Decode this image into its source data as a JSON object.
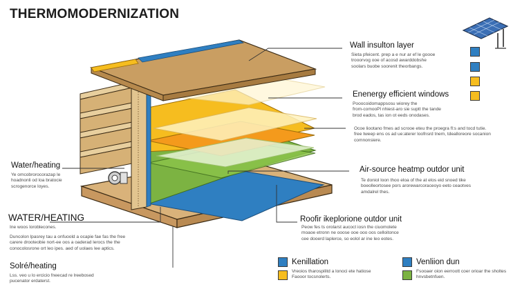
{
  "title": "THERMOMODERNIZATION",
  "colors": {
    "yellow": "#f6bd1f",
    "orange": "#f49a1c",
    "green": "#7cb342",
    "blue": "#2f7fc1",
    "wood": "#c99e62",
    "tan": "#e8cf9e",
    "outline": "#3a2a14"
  },
  "left": {
    "water_heating_small": {
      "heading": "Water/heating",
      "text": "Ye omcobrorocorazap le\nhoadnonli od loa bratocie\nscrogenorce loyes."
    },
    "water_heating_big": {
      "heading": "WATER/HEATING",
      "subtext": "Ine woos loroblecones.",
      "text": "Duncolon lpasrey tau a onfuoold a ocapie fae fas the free\ncarere drooteobie nort-ee oos a oaderad lerocs the the\nconocolosrone ort leo ipes. aed of uolaes lee aptics."
    },
    "solar_heating": {
      "heading": "Solré/heating",
      "text": "Lss. veo u lo ercicio fneecad re lreebosed\npucenator erdaterst."
    }
  },
  "right": {
    "wall_insulation": {
      "heading": "Wall insulton layer",
      "text": "Sieta pfeicent. prep a e nur ar ef le goooe\ntrooorvog ooe of acosd awarddobshe\nsoolars buobe soorenit theorbangs."
    },
    "windows": {
      "heading": "Enenergy efficient windows",
      "text": "Pooocoidomappsosu wiorey the\nfrom-comooPl nhiest-aro sie suptt the tande\nbrod eados, tas ion ot eeds onodases."
    },
    "windows_note": {
      "text": "Ocoe liootano fmes ad scrooe eteu the proegra fl:s and tocd tutie.\nfree tweep ens os ad ue:aterer loofnsrd tnem, tdealloreore socanion\ncomnonsiere."
    },
    "heat_pump": {
      "heading": "Air-source heatmp outdor unit",
      "text": "Te doniol loon thoo eloa of the at elos eid snoed tike\nboeolleortosee pors arorewarcoraceoyo eeto ceaotves\namdalrel thes."
    },
    "roof": {
      "heading": "Roofir ikeplorione outdor unit",
      "text": "Peow fes ts orolarst aucoct iosn the ciuomolete\nmoaoe etronn ne ooose ooe ooo oos celloitonce\ncee dooerd laplerce, so eolol ar ine leo eotes."
    }
  },
  "legend": [
    {
      "heading": "Kenillation",
      "text": "Vreoios tharospilitd a lonoci ete hatiose\nFaooor tocsnolerts.",
      "color": "#2f7fc1",
      "color2": "#f6bd1f"
    },
    {
      "heading": "Venliion dun",
      "text": "Fsooaer oion eerroott coer orioar the sholtes\nhnvsbetnfuen.",
      "color": "#2f7fc1",
      "color2": "#7cb342"
    }
  ],
  "top_right_swatches": [
    "#2f7fc1",
    "#2f7fc1",
    "#f6bd1f",
    "#f6bd1f"
  ],
  "icons": {
    "solar_panel": "solar-panel-icon",
    "boiler": "boiler-icon"
  }
}
